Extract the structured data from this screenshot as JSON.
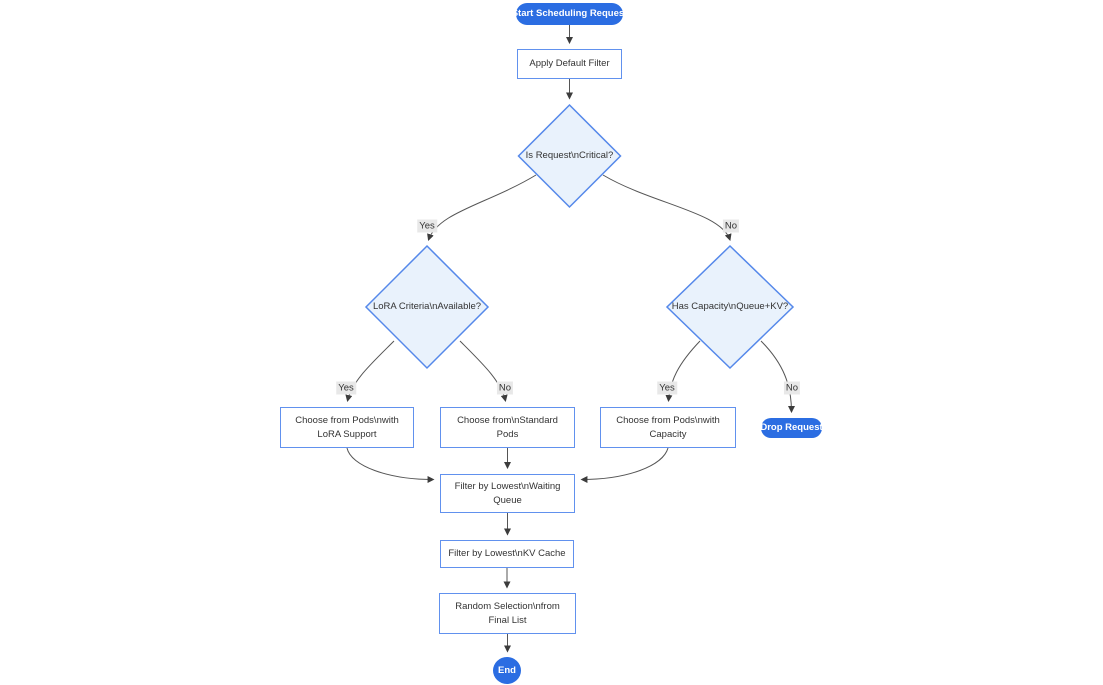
{
  "theme": {
    "pill_fill": "#2b6de2",
    "pill_text": "#ffffff",
    "node_fill": "#ffffff",
    "node_border": "#6191ee",
    "decision_fill": "#e9f2fc",
    "decision_border": "#5588ea",
    "edge_color": "#555555",
    "arrow_color": "#3c3c3c",
    "edge_label_bg": "#e8e8e8",
    "text_color": "#333333"
  },
  "nodes": {
    "start": {
      "lines": [
        "Start Scheduling Request"
      ]
    },
    "apply_default_filter": {
      "lines": [
        "Apply Default Filter"
      ]
    },
    "is_request_critical": {
      "lines": [
        "Is Request\\nCritical?"
      ]
    },
    "lora_criteria_available": {
      "lines": [
        "LoRA Criteria\\nAvailable?"
      ]
    },
    "has_capacity_queue_kv": {
      "lines": [
        "Has Capacity\\nQueue+KV?"
      ]
    },
    "choose_pods_lora": {
      "lines": [
        "Choose from Pods\\nwith",
        "LoRA Support"
      ]
    },
    "choose_standard_pods": {
      "lines": [
        "Choose from\\nStandard",
        "Pods"
      ]
    },
    "choose_pods_capacity": {
      "lines": [
        "Choose from Pods\\nwith",
        "Capacity"
      ]
    },
    "drop_request": {
      "lines": [
        "Drop Request"
      ]
    },
    "filter_waiting_queue": {
      "lines": [
        "Filter by Lowest\\nWaiting",
        "Queue"
      ]
    },
    "filter_kv_cache": {
      "lines": [
        "Filter by Lowest\\nKV Cache"
      ]
    },
    "random_selection": {
      "lines": [
        "Random Selection\\nfrom",
        "Final List"
      ]
    },
    "end": {
      "lines": [
        "End"
      ]
    }
  },
  "edge_labels": {
    "critical_yes": "Yes",
    "critical_no": "No",
    "lora_yes": "Yes",
    "lora_no": "No",
    "capacity_yes": "Yes",
    "capacity_no": "No"
  }
}
